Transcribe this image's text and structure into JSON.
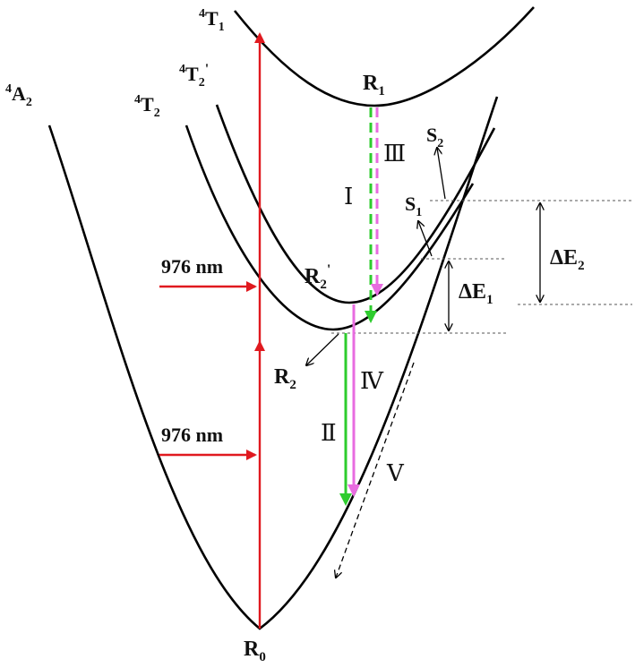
{
  "labels": {
    "state_4A2": {
      "main": "A",
      "sup": "4",
      "sub": "2"
    },
    "state_4T1": {
      "main": "T",
      "sup": "4",
      "sub": "1"
    },
    "state_4T2p": {
      "main": "T",
      "sup": "4",
      "sub": "2",
      "prime": "'"
    },
    "state_4T2": {
      "main": "T",
      "sup": "4",
      "sub": "2"
    },
    "R0": {
      "main": "R",
      "sub": "0"
    },
    "R1": {
      "main": "R",
      "sub": "1"
    },
    "R2": {
      "main": "R",
      "sub": "2"
    },
    "R2p": {
      "main": "R",
      "sub": "2",
      "prime": "'"
    },
    "S1": {
      "main": "S",
      "sub": "1"
    },
    "S2": {
      "main": "S",
      "sub": "2"
    },
    "dE1": {
      "main": "ΔE",
      "sub": "1"
    },
    "dE2": {
      "main": "ΔE",
      "sub": "2"
    },
    "pump_upper": "976 nm",
    "pump_lower": "976 nm",
    "process_I": "Ⅰ",
    "process_II": "Ⅱ",
    "process_III": "Ⅲ",
    "process_IV": "Ⅳ",
    "process_V": "Ⅴ"
  },
  "colors": {
    "curve": "#000000",
    "pump": "#e0191f",
    "green": "#2ecc2e",
    "magenta": "#e86ce0",
    "guide": "#555555"
  }
}
